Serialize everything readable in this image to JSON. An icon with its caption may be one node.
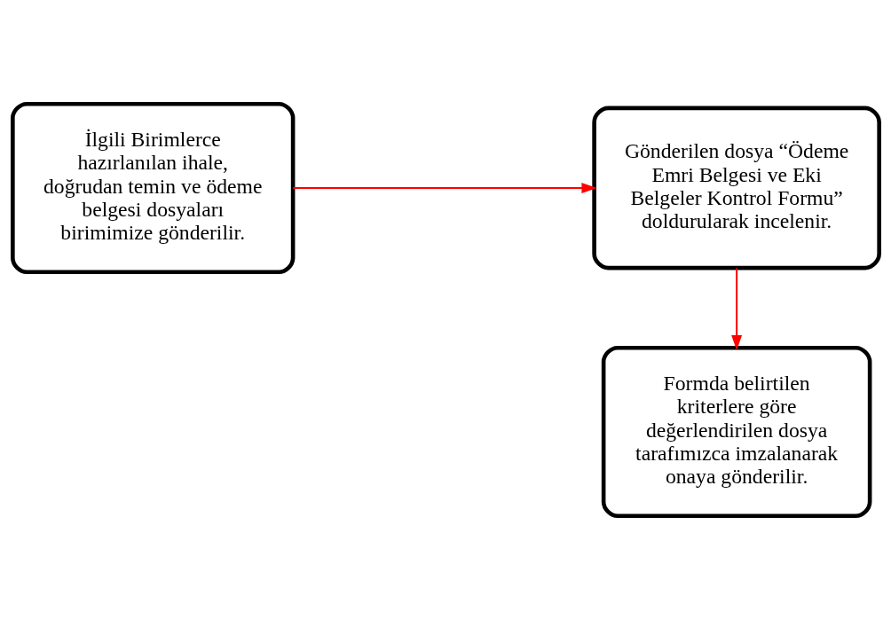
{
  "diagram": {
    "nodes": [
      {
        "text": [
          "İlgili Birimlerce hazırlanılan ihale, doğrudan temin ve ödeme belgesi dosyaları birimimize gönderilir."
        ]
      },
      {
        "text": [
          "Gönderilen dosya “Ödeme Emri Belgesi ve Eki Belgeler Kontrol Formu” doldurularak incelenir."
        ]
      },
      {
        "text": [
          "Formda belirtilen kriterlere göre değerlendirilen dosya tarafımızca imzalanarak onaya gönderilir."
        ]
      }
    ],
    "edges": [
      {
        "from": 0,
        "to": 1,
        "arrow": "to",
        "color": "#ff0000"
      },
      {
        "from": 1,
        "to": 2,
        "arrow": "to",
        "color": "#ff0000"
      }
    ]
  }
}
